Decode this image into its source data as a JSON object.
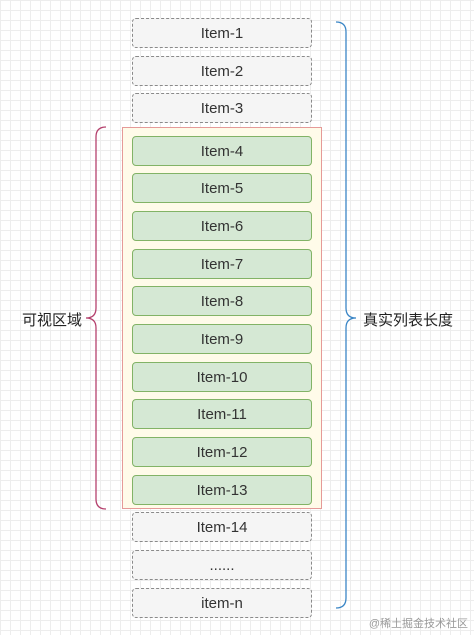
{
  "items_before": [
    "Item-1",
    "Item-2",
    "Item-3"
  ],
  "items_visible": [
    "Item-4",
    "Item-5",
    "Item-6",
    "Item-7",
    "Item-8",
    "Item-9",
    "Item-10",
    "Item-11",
    "Item-12",
    "Item-13"
  ],
  "items_after": [
    "Item-14",
    "......",
    "item-n"
  ],
  "labels": {
    "visible_area": "可视区域",
    "total_length": "真实列表长度"
  },
  "watermark": "@稀土掘金技术社区",
  "colors": {
    "visible_brace": "#b5426e",
    "total_brace": "#3b86c6",
    "visible_border": "#e59a98",
    "visible_fill": "#fffbe9",
    "item_inside_fill": "#d5e8d4",
    "item_inside_border": "#82b366",
    "item_outside_fill": "#f5f5f5"
  }
}
